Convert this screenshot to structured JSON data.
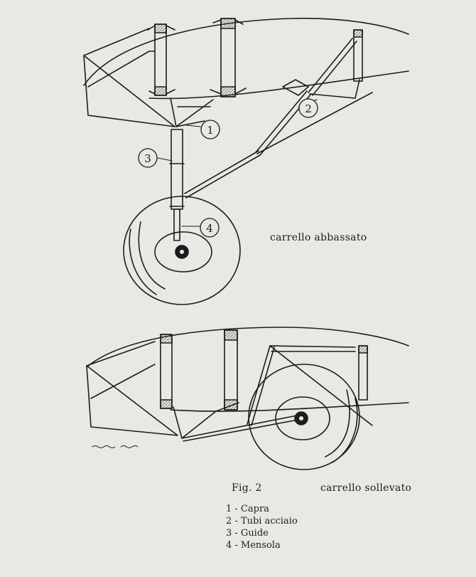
{
  "callouts": [
    "1",
    "2",
    "3",
    "4"
  ],
  "labels": {
    "lowered": "carrello abbassato",
    "figure": "Fig. 2",
    "raised": "carrello sollevato"
  },
  "legend": [
    "1 - Capra",
    "2 - Tubi acciaio",
    "3 - Guide",
    "4 - Mensola"
  ],
  "colors": {
    "paper": "#e9e8e4",
    "ink": "#1c1c1c",
    "hatch": "#555555"
  }
}
